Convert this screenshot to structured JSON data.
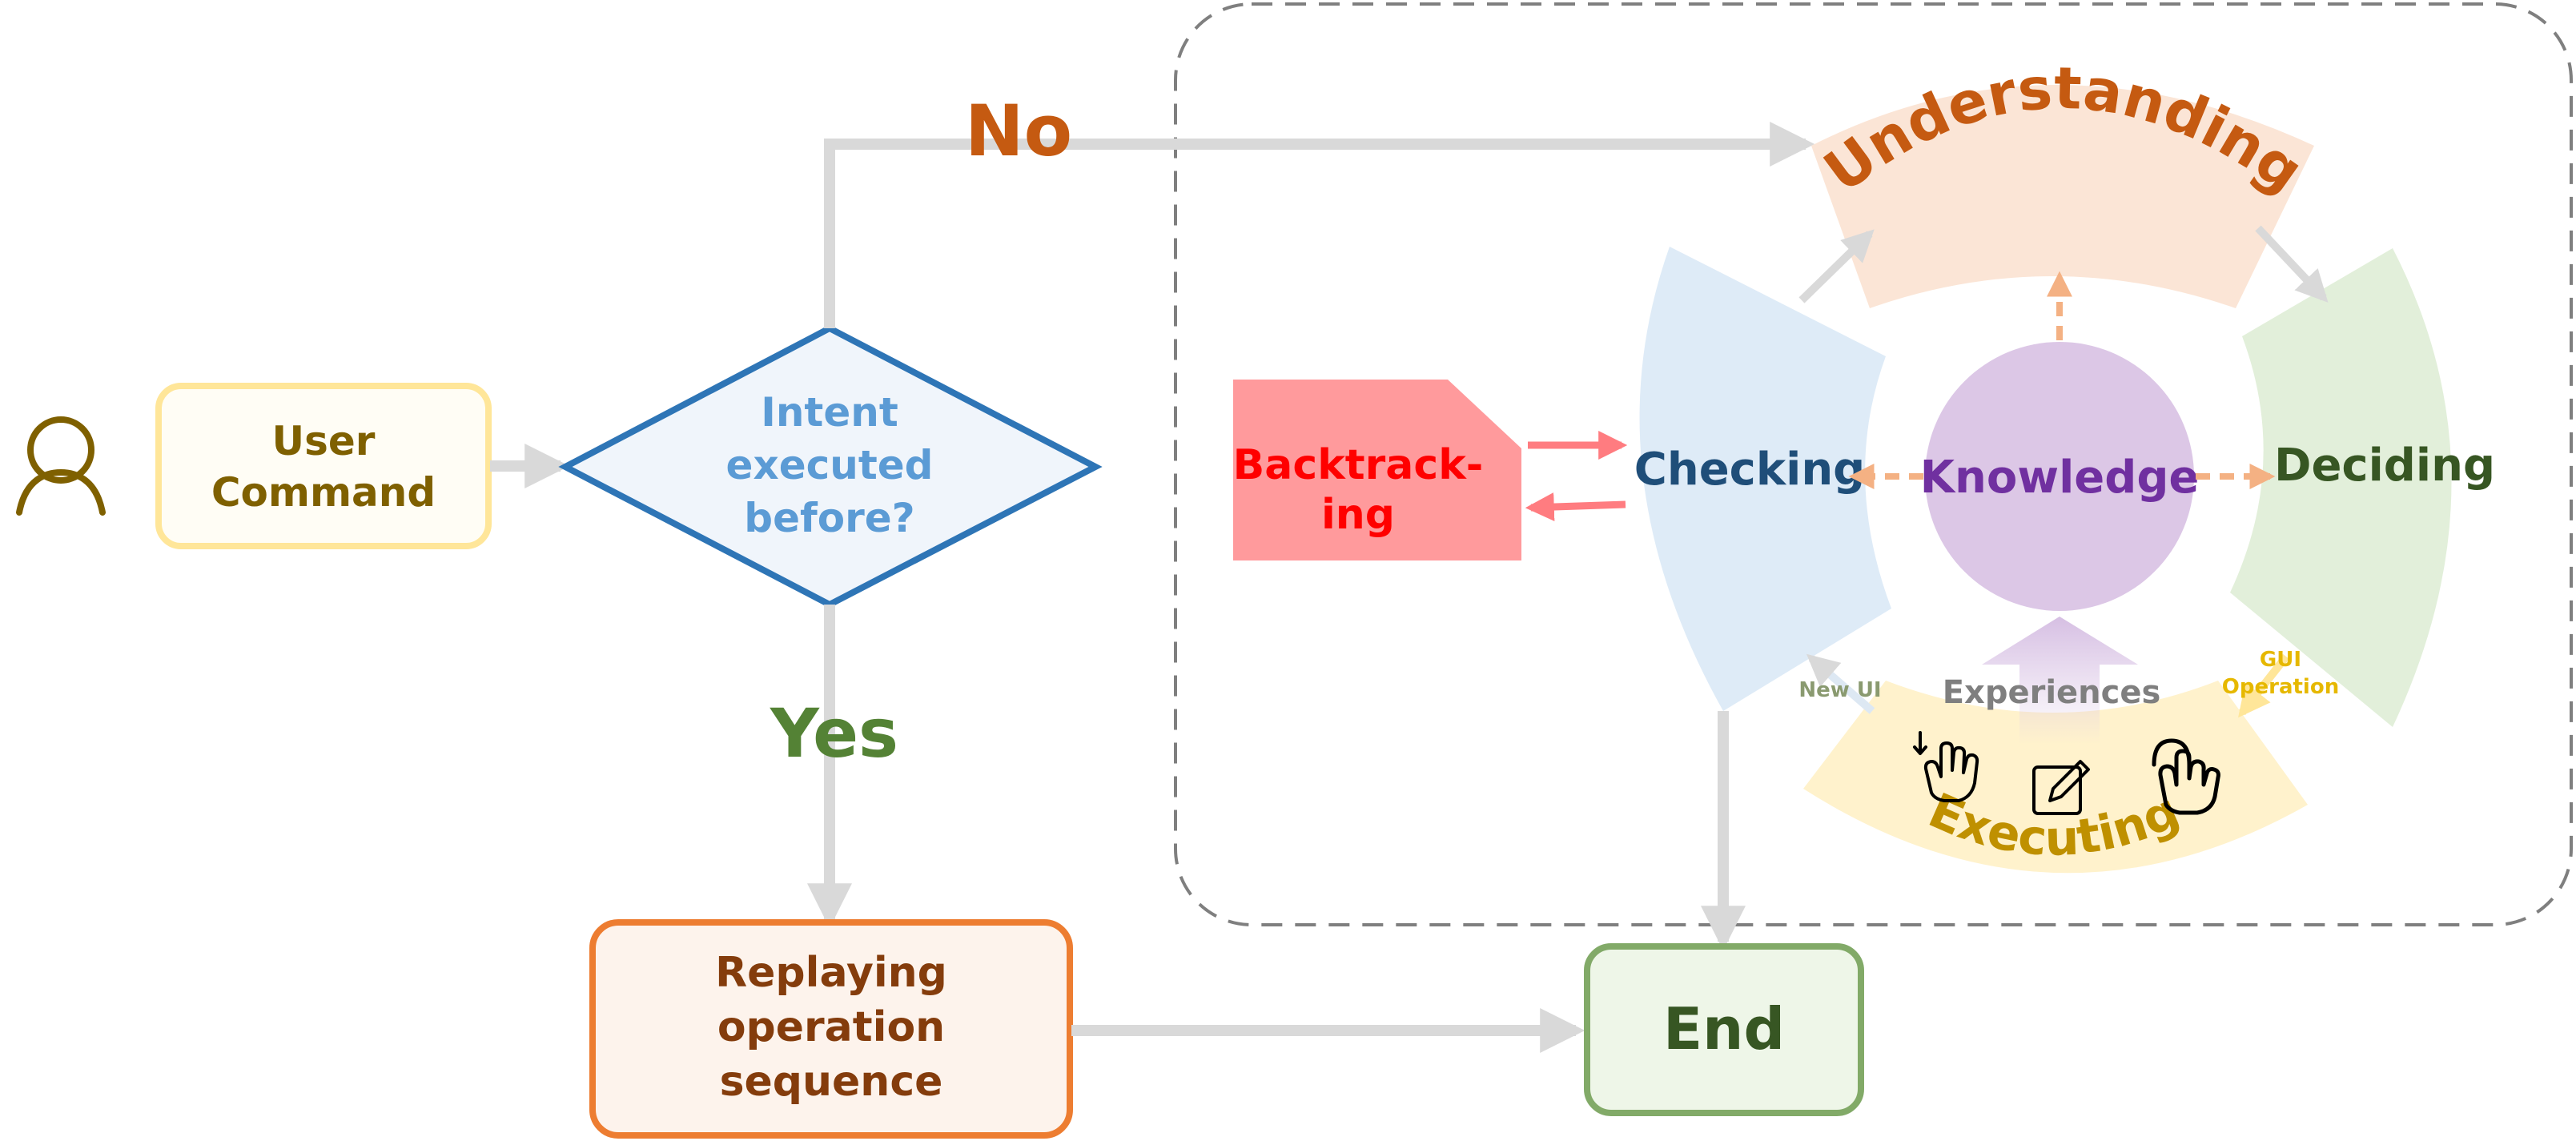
{
  "user_command": {
    "line1": "User",
    "line2": "Command"
  },
  "decision": {
    "line1": "Intent",
    "line2": "executed",
    "line3": "before?"
  },
  "branch_no": "No",
  "branch_yes": "Yes",
  "replay": {
    "line1": "Replaying",
    "line2": "operation",
    "line3": "sequence"
  },
  "end": "End",
  "backtracking": {
    "line1": "Backtrack-",
    "line2": "ing"
  },
  "stages": {
    "understanding": "Understanding",
    "deciding": "Deciding",
    "executing": "Executing",
    "checking": "Checking",
    "knowledge": "Knowledge",
    "experiences": "Experiences"
  },
  "labels": {
    "new_ui": "New UI",
    "gui_operation_1": "GUI",
    "gui_operation_2": "Operation"
  },
  "icons": {
    "user": "user-person-icon",
    "swipe": "swipe-down-hand-icon",
    "edit": "edit-pencil-icon",
    "tap": "tap-hand-icon"
  },
  "colors": {
    "understanding": "#c55a11",
    "deciding": "#375623",
    "executing": "#bf9000",
    "checking": "#1f4e79",
    "knowledge": "#7030a0",
    "backtracking": "#ff0000",
    "yes": "#548235",
    "no": "#c55a11"
  }
}
